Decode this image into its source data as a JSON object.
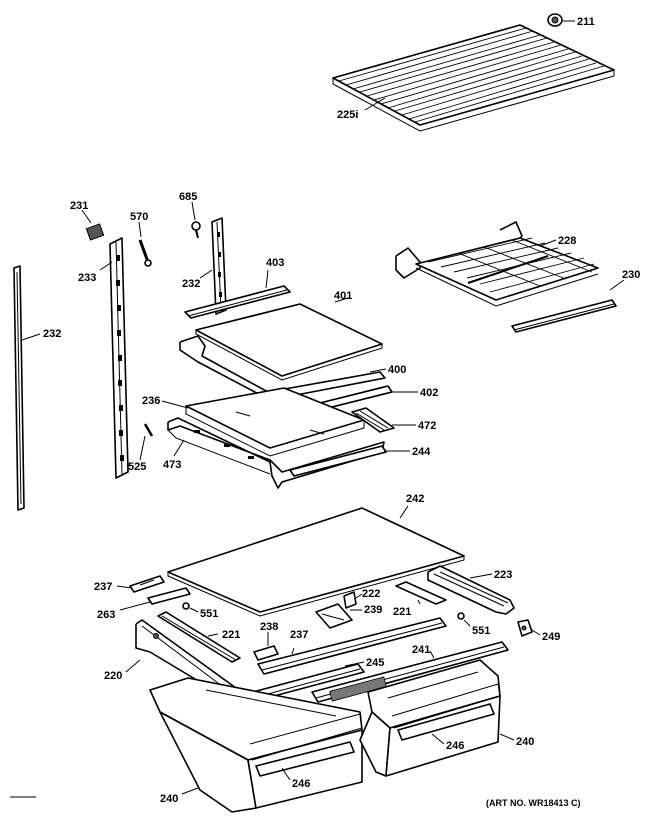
{
  "labels": {
    "p211": "211",
    "p225i": "225i",
    "p231": "231",
    "p570": "570",
    "p685": "685",
    "p233": "233",
    "p232_mid": "232",
    "p232_left": "232",
    "p403": "403",
    "p401": "401",
    "p228": "228",
    "p230": "230",
    "p400": "400",
    "p402": "402",
    "p236": "236",
    "p472": "472",
    "p525": "525",
    "p473": "473",
    "p244": "244",
    "p242": "242",
    "p237_left": "237",
    "p223": "223",
    "p222": "222",
    "p263": "263",
    "p551_left": "551",
    "p239": "239",
    "p221_right": "221",
    "p221_left": "221",
    "p238": "238",
    "p237_mid": "237",
    "p551_right": "551",
    "p249": "249",
    "p241": "241",
    "p220": "220",
    "p245": "245",
    "p246_right": "246",
    "p240_right": "240",
    "p246_left": "246",
    "p240_left": "240"
  },
  "art_number": "(ART NO. WR18413 C)"
}
